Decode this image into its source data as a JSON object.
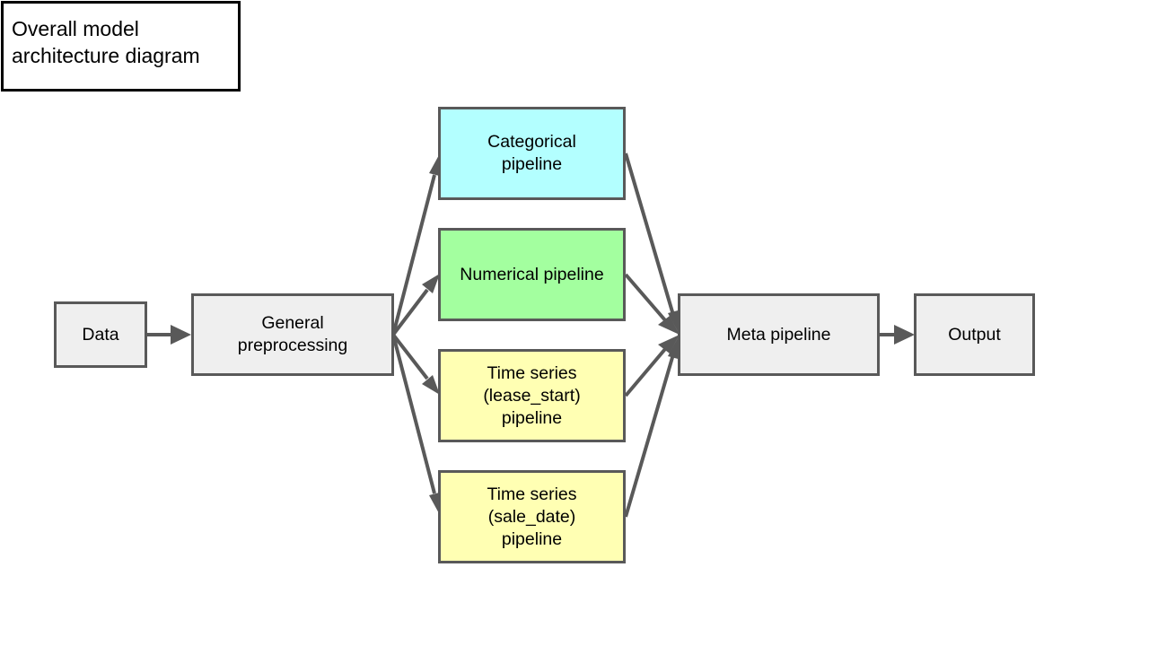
{
  "title": {
    "line1": "Overall model",
    "line2": "architecture diagram"
  },
  "colors": {
    "edge": "#595959",
    "neutral_fill": "#efefef",
    "categorical_fill": "#b3ffff",
    "numerical_fill": "#a3ff9f",
    "time_series_fill": "#ffffb3"
  },
  "nodes": {
    "data": {
      "lines": [
        "Data"
      ],
      "fill": "#efefef"
    },
    "general": {
      "lines": [
        "General",
        "preprocessing"
      ],
      "fill": "#efefef"
    },
    "categorical": {
      "lines": [
        "Categorical",
        "pipeline"
      ],
      "fill": "#b3ffff"
    },
    "numerical": {
      "lines": [
        "Numerical pipeline"
      ],
      "fill": "#a3ff9f"
    },
    "ts_lease": {
      "lines": [
        "Time series",
        "(lease_start)",
        "pipeline"
      ],
      "fill": "#ffffb3"
    },
    "ts_sale": {
      "lines": [
        "Time series",
        "(sale_date)",
        "pipeline"
      ],
      "fill": "#ffffb3"
    },
    "meta": {
      "lines": [
        "Meta pipeline"
      ],
      "fill": "#efefef"
    },
    "output": {
      "lines": [
        "Output"
      ],
      "fill": "#efefef"
    }
  },
  "edges": [
    {
      "from": "data",
      "to": "general"
    },
    {
      "from": "general",
      "to": "categorical"
    },
    {
      "from": "general",
      "to": "numerical"
    },
    {
      "from": "general",
      "to": "ts_lease"
    },
    {
      "from": "general",
      "to": "ts_sale"
    },
    {
      "from": "categorical",
      "to": "meta"
    },
    {
      "from": "numerical",
      "to": "meta"
    },
    {
      "from": "ts_lease",
      "to": "meta"
    },
    {
      "from": "ts_sale",
      "to": "meta"
    },
    {
      "from": "meta",
      "to": "output"
    }
  ]
}
